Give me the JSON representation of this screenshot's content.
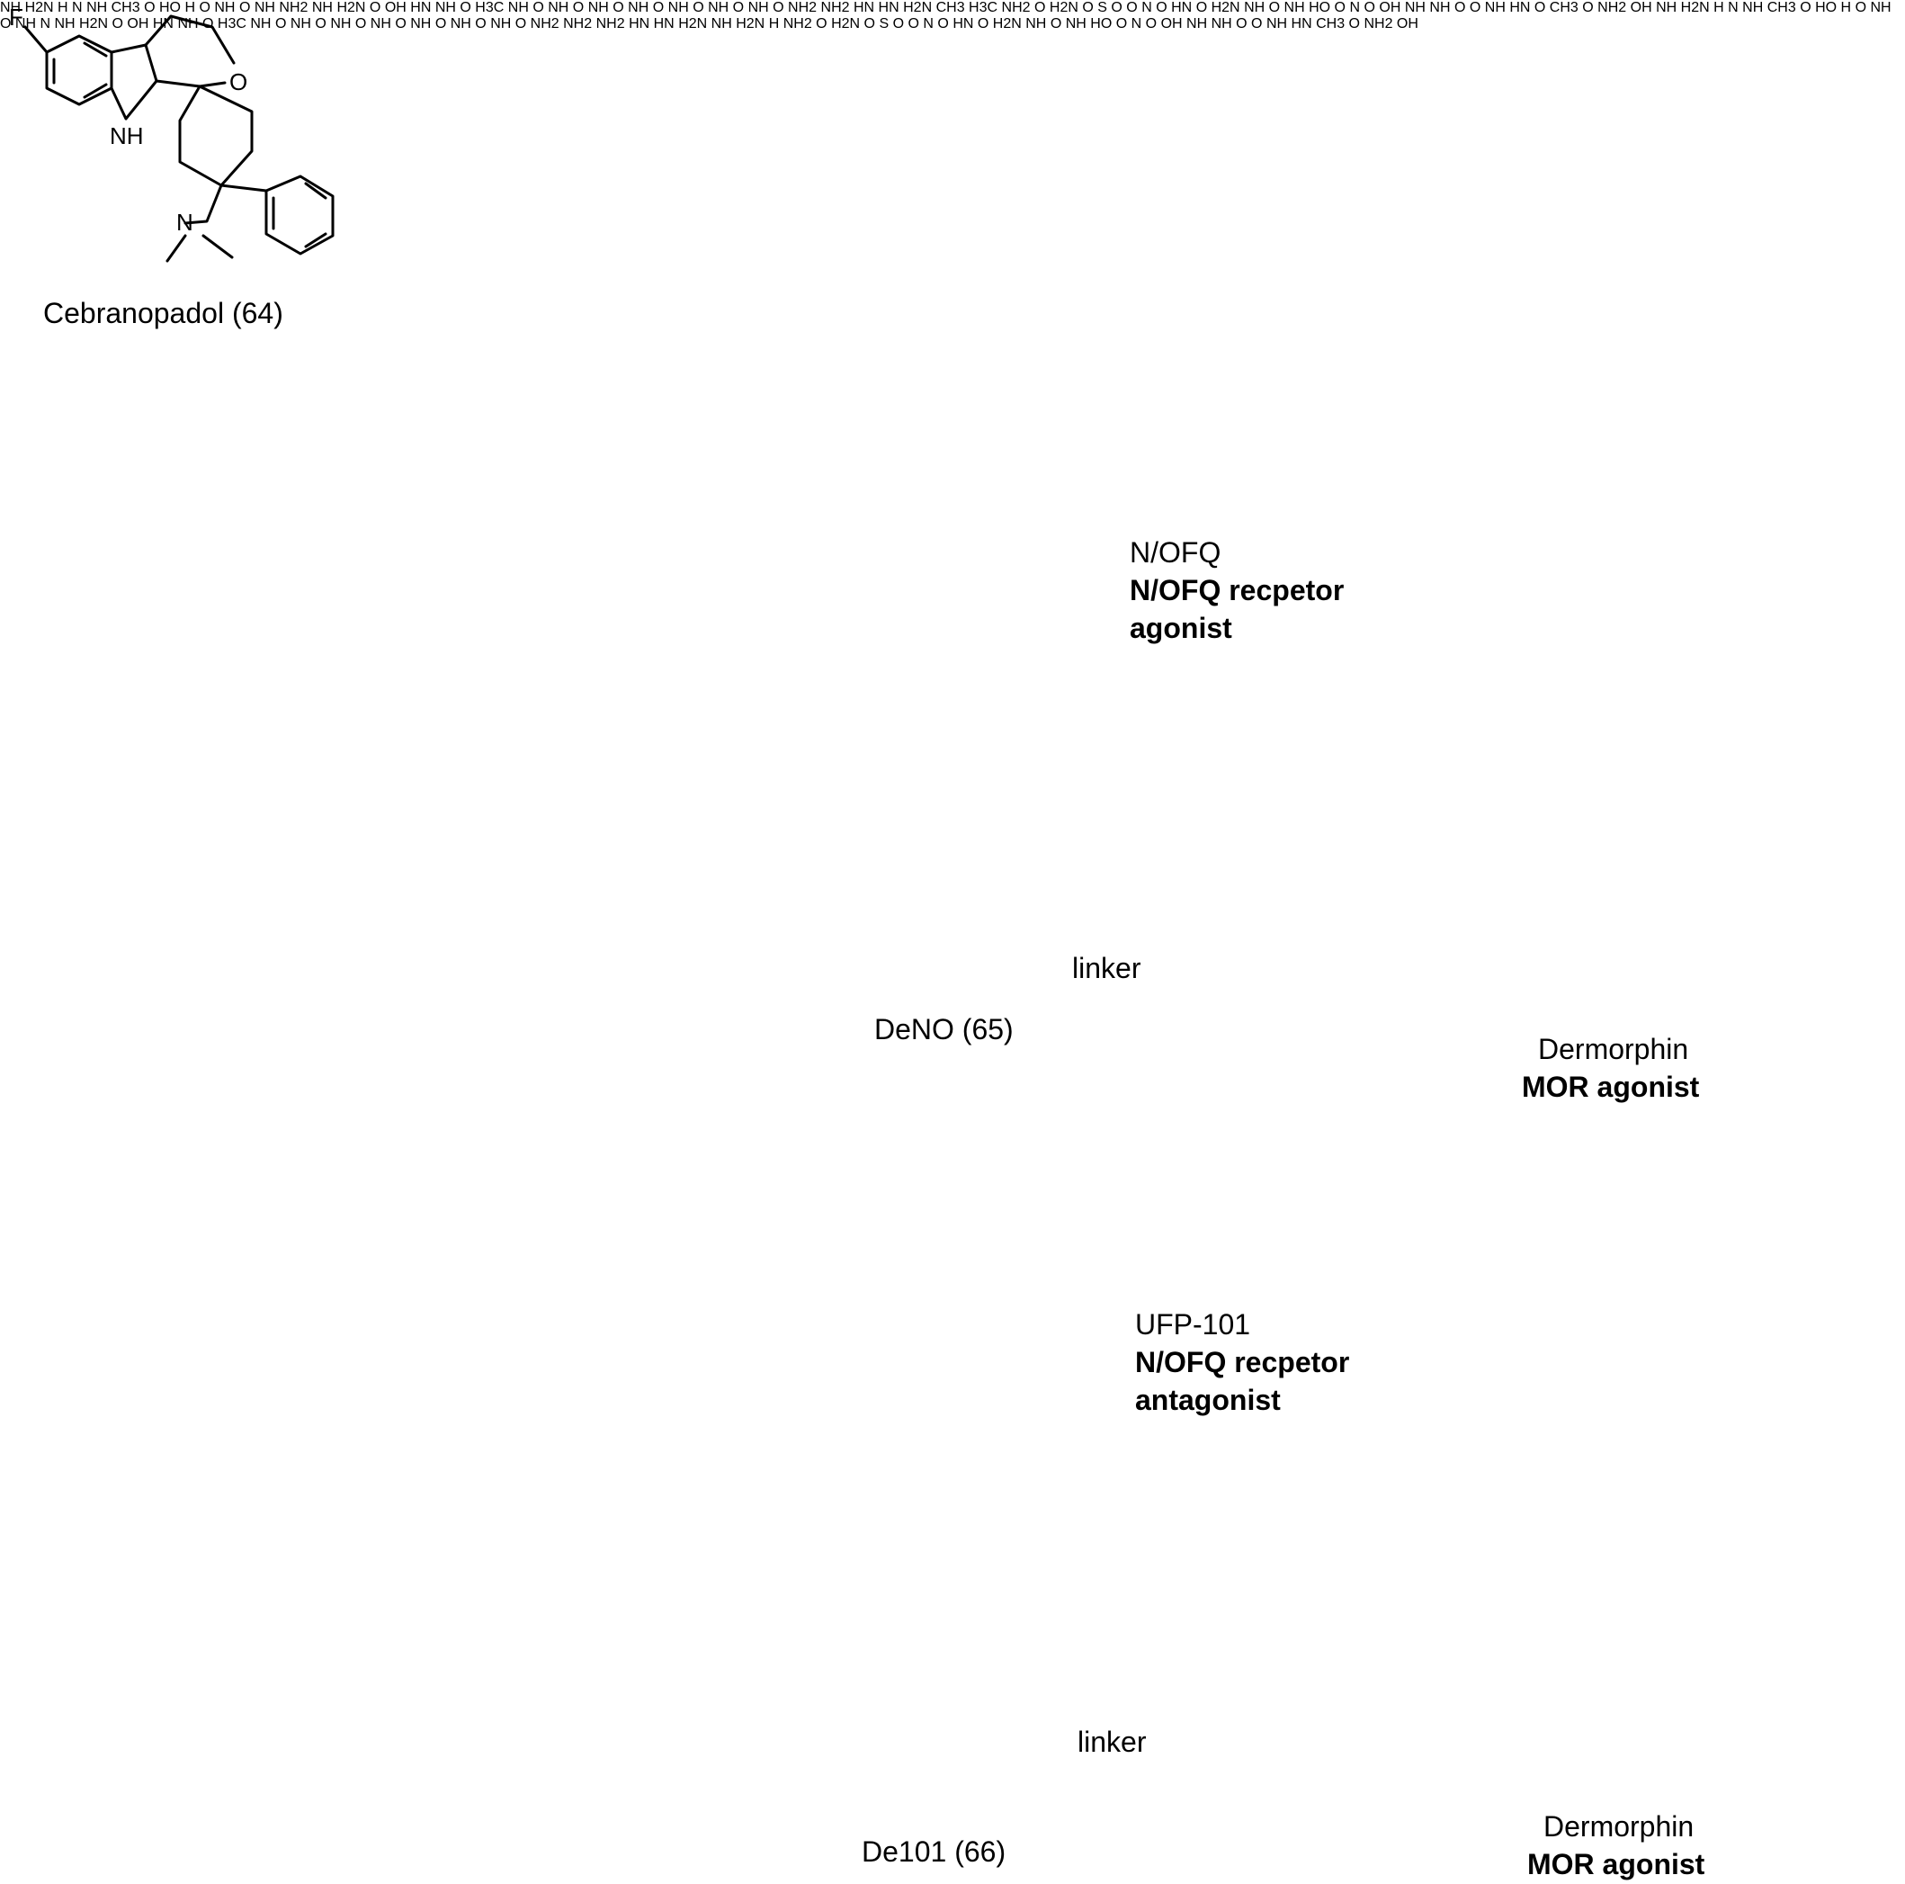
{
  "labels": {
    "cebranopadol": "Cebranopadol (64)",
    "deno": "DeNO (65)",
    "de101": "De101 (66)",
    "nofq_name": "N/OFQ",
    "nofq_role_line1": "N/OFQ recpetor",
    "nofq_role_line2": "agonist",
    "ufp_name": "UFP-101",
    "ufp_role_line1": "N/OFQ recpetor",
    "ufp_role_line2": "antagonist",
    "linker_top": "linker",
    "linker_bottom": "linker",
    "dermorphin_top": "Dermorphin",
    "mor_top": "MOR agonist",
    "dermorphin_bottom": "Dermorphin",
    "mor_bottom": "MOR agonist"
  },
  "atoms": {
    "F": "F",
    "O": "O",
    "OH": "OH",
    "HO": "HO",
    "NH": "NH",
    "N": "N",
    "HN": "HN",
    "H": "H",
    "NH2": "NH2",
    "H2N": "H2N",
    "CH3": "CH3",
    "H3C": "H3C",
    "S": "S"
  }
}
